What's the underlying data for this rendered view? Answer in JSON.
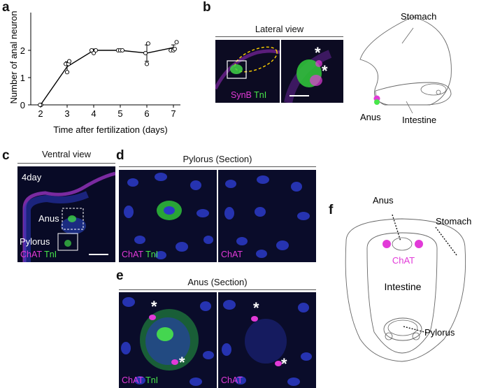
{
  "panels": {
    "a": {
      "label": "a"
    },
    "b": {
      "label": "b",
      "title": "Lateral view",
      "stain_1": "SynB",
      "stain_2": "TnI"
    },
    "c": {
      "label": "c",
      "title": "Ventral view",
      "age": "4day",
      "region_1": "Anus",
      "region_2": "Pylorus",
      "stain_1": "ChAT",
      "stain_2": "TnI"
    },
    "d": {
      "label": "d",
      "title": "Pylorus (Section)",
      "left_stain_1": "ChAT",
      "left_stain_2": "TnI",
      "right_stain": "ChAT"
    },
    "e": {
      "label": "e",
      "title": "Anus (Section)",
      "left_stain_1": "ChAT",
      "left_stain_2": "TnI",
      "right_stain": "ChAT"
    },
    "f": {
      "label": "f"
    }
  },
  "schematic_b": {
    "stomach": "Stomach",
    "anus": "Anus",
    "intestine": "Intestine"
  },
  "schematic_f": {
    "anus": "Anus",
    "stomach": "Stomach",
    "chat": "ChAT",
    "intestine": "Intestine",
    "pylorus": "Pylorus"
  },
  "asterisk": "*",
  "colors": {
    "magenta": "#e23ad8",
    "green": "#48e64a",
    "blue": "#2233c8",
    "background": "#0a0a20"
  },
  "chart_data": {
    "type": "scatter",
    "xlabel": "Time after fertilization (days)",
    "ylabel": "Number of anal neuron",
    "xlim": [
      2,
      7
    ],
    "ylim": [
      0,
      2
    ],
    "xticks": [
      2,
      3,
      4,
      5,
      6,
      7
    ],
    "yticks": [
      0,
      1,
      2
    ],
    "line_x": [
      2,
      3,
      4,
      5,
      6,
      7
    ],
    "line_y": [
      0,
      1.4,
      2.0,
      2.0,
      1.9,
      2.1
    ],
    "error": [
      0,
      0.18,
      0.05,
      0,
      0.3,
      0.1
    ],
    "points": [
      [
        2,
        0
      ],
      [
        2.02,
        0
      ],
      [
        1.98,
        0
      ],
      [
        3,
        1.2
      ],
      [
        2.95,
        1.5
      ],
      [
        3.05,
        1.5
      ],
      [
        3.08,
        1.6
      ],
      [
        3.92,
        2.0
      ],
      [
        4,
        1.9
      ],
      [
        4.08,
        2.0
      ],
      [
        4.92,
        2.0
      ],
      [
        5,
        2.0
      ],
      [
        5.08,
        2.0
      ],
      [
        5.95,
        1.9
      ],
      [
        6,
        1.5
      ],
      [
        6.05,
        2.25
      ],
      [
        6.9,
        2.0
      ],
      [
        7,
        2.0
      ],
      [
        7.05,
        2.05
      ],
      [
        7.12,
        2.3
      ]
    ]
  }
}
